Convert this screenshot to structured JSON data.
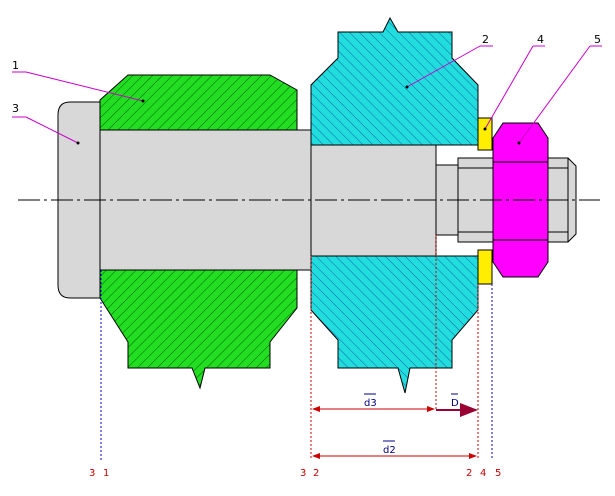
{
  "parts": [
    {
      "number": "1",
      "color": "#22dd22"
    },
    {
      "number": "2",
      "color": "#22dddd"
    },
    {
      "number": "3",
      "color": "#d8d8d8"
    },
    {
      "number": "4",
      "color": "#ffee00"
    },
    {
      "number": "5",
      "color": "#ff00ff"
    }
  ],
  "dimensions": {
    "d3": "d3",
    "D": "D",
    "d2": "d2"
  },
  "axis_labels": {
    "l31_a": "3",
    "l31_b": "1",
    "l32_a": "3",
    "l32_b": "2",
    "l245_a": "2",
    "l245_b": "4",
    "l245_c": "5"
  },
  "colors": {
    "leader": "#cc00cc",
    "dimension": "#cc0000",
    "arrow_D": "#990033",
    "outline": "#000000"
  }
}
